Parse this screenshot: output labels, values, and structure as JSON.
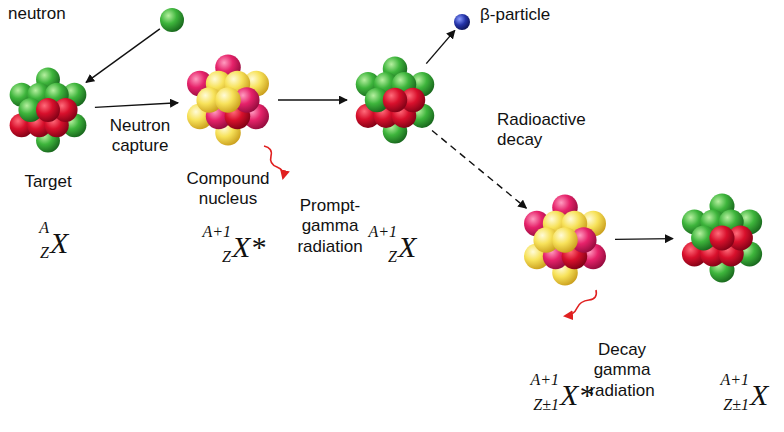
{
  "diagram": {
    "nodes": [
      {
        "text": [
          "neutron"
        ]
      },
      {
        "text": [
          "Target",
          "A",
          "Z",
          "X"
        ]
      },
      {
        "text": [
          "Compound nucleus",
          "A+1",
          "Z",
          "X*"
        ]
      },
      {
        "text": [
          "A+1",
          "Z",
          "X"
        ]
      },
      {
        "text": [
          "β-particle"
        ]
      },
      {
        "text": [
          "A+1",
          "Z±1",
          "X*"
        ]
      },
      {
        "text": [
          "A+1",
          "Z±1",
          "X"
        ]
      }
    ],
    "edges": [
      {
        "from": 0,
        "to": 1,
        "arrow": "to"
      },
      {
        "from": 1,
        "to": 2,
        "arrow": "to",
        "label": "Neutron capture"
      },
      {
        "from": 2,
        "to": 3,
        "arrow": "to"
      },
      {
        "from": 3,
        "to": 4,
        "arrow": "to"
      },
      {
        "from": 3,
        "to": 5,
        "arrow": "to"
      },
      {
        "from": 5,
        "to": 6,
        "arrow": "to"
      }
    ],
    "labels": [
      "Prompt-gamma radiation",
      "Radioactive decay",
      "Decay gamma radiation"
    ]
  }
}
